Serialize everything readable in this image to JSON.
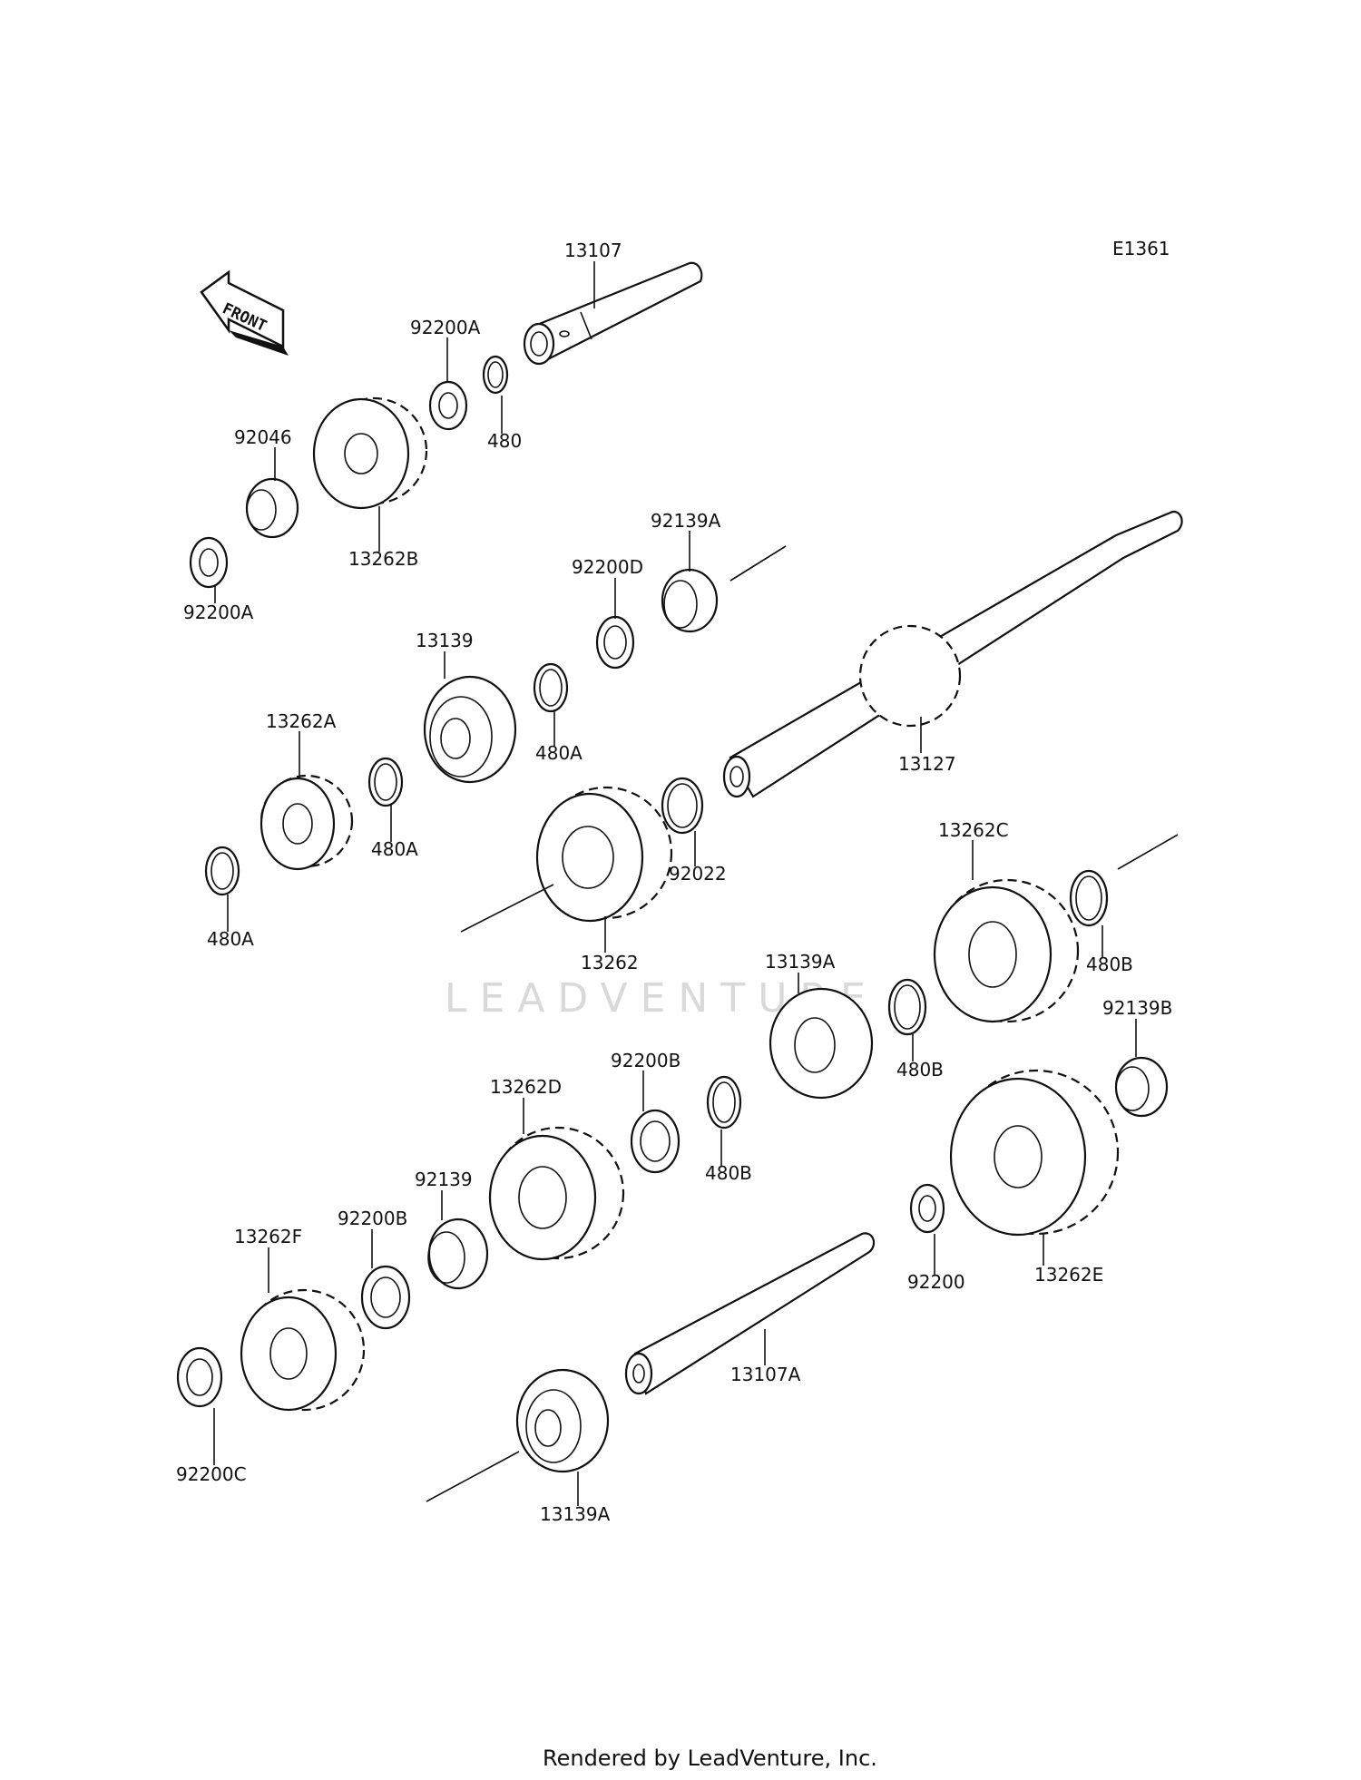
{
  "diagram_code": "E1361",
  "front_label": "FRONT",
  "watermark": "LEADVENTURE",
  "footer": "Rendered by LeadVenture, Inc.",
  "parts": [
    {
      "id": "p13107",
      "label": "13107"
    },
    {
      "id": "p92200A_top",
      "label": "92200A"
    },
    {
      "id": "p480_top",
      "label": "480"
    },
    {
      "id": "p92046",
      "label": "92046"
    },
    {
      "id": "p13262B",
      "label": "13262B"
    },
    {
      "id": "p92200A_left",
      "label": "92200A"
    },
    {
      "id": "p92139A",
      "label": "92139A"
    },
    {
      "id": "p92200D",
      "label": "92200D"
    },
    {
      "id": "p13139",
      "label": "13139"
    },
    {
      "id": "p480A_mid",
      "label": "480A"
    },
    {
      "id": "p13262A",
      "label": "13262A"
    },
    {
      "id": "p480A_a",
      "label": "480A"
    },
    {
      "id": "p480A_b",
      "label": "480A"
    },
    {
      "id": "p13127",
      "label": "13127"
    },
    {
      "id": "p92022",
      "label": "92022"
    },
    {
      "id": "p13262",
      "label": "13262"
    },
    {
      "id": "p13262C",
      "label": "13262C"
    },
    {
      "id": "p480B_right",
      "label": "480B"
    },
    {
      "id": "p13139A_mid",
      "label": "13139A"
    },
    {
      "id": "p480B_mid",
      "label": "480B"
    },
    {
      "id": "p92139B",
      "label": "92139B"
    },
    {
      "id": "p92200B_mid",
      "label": "92200B"
    },
    {
      "id": "p480B_low",
      "label": "480B"
    },
    {
      "id": "p13262D",
      "label": "13262D"
    },
    {
      "id": "p92139",
      "label": "92139"
    },
    {
      "id": "p92200B_low",
      "label": "92200B"
    },
    {
      "id": "p13262F",
      "label": "13262F"
    },
    {
      "id": "p92200",
      "label": "92200"
    },
    {
      "id": "p13262E",
      "label": "13262E"
    },
    {
      "id": "p13107A",
      "label": "13107A"
    },
    {
      "id": "p92200C",
      "label": "92200C"
    },
    {
      "id": "p13139A_low",
      "label": "13139A"
    }
  ]
}
